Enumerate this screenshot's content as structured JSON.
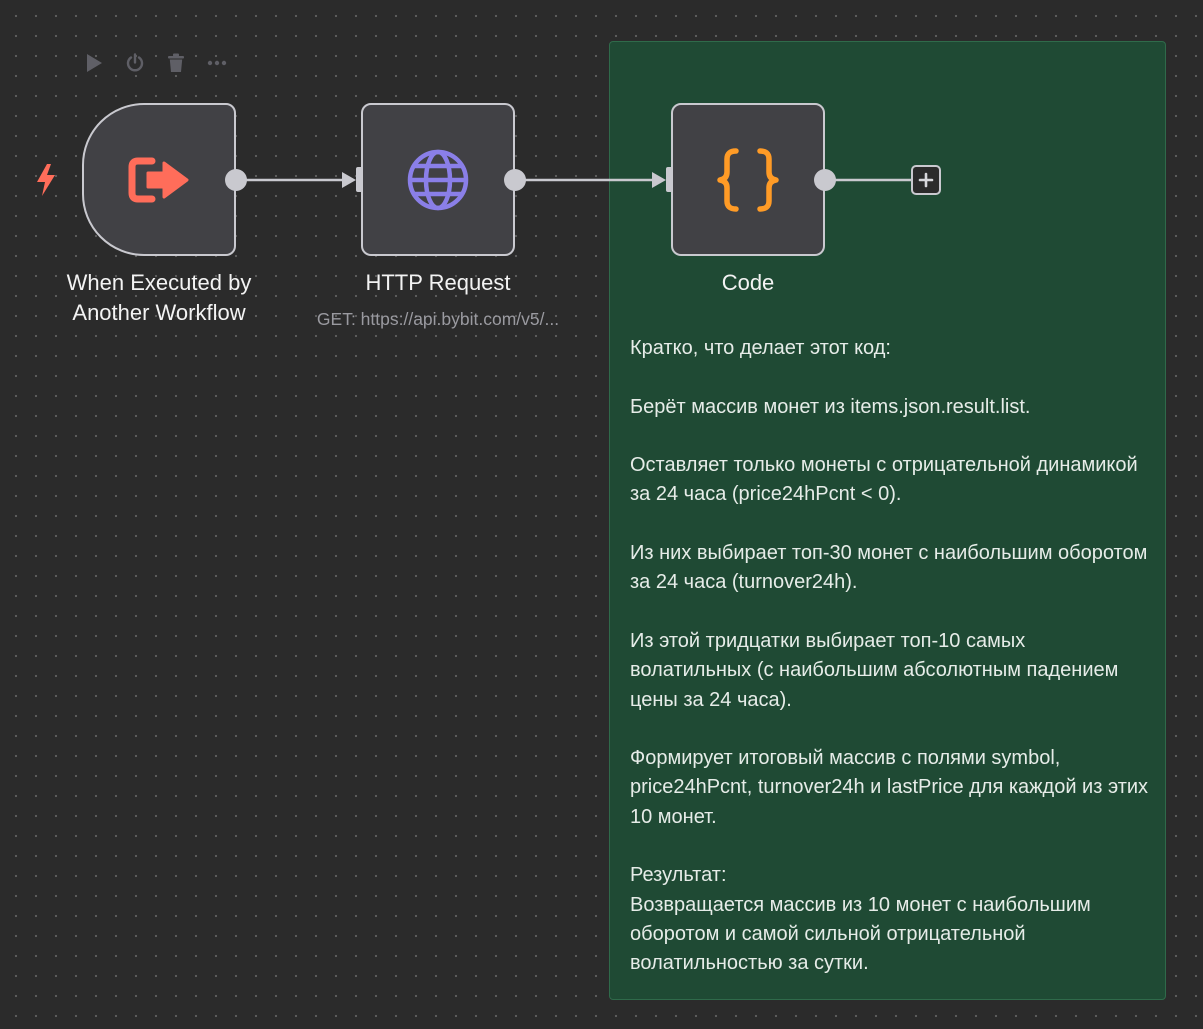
{
  "canvas": {
    "background": "#2b2b2b",
    "dot_color": "#5e5e5e"
  },
  "toolbar": {
    "buttons": [
      {
        "icon": "play-icon",
        "label": "Execute step"
      },
      {
        "icon": "power-icon",
        "label": "Deactivate"
      },
      {
        "icon": "trash-icon",
        "label": "Delete"
      },
      {
        "icon": "more-icon",
        "label": "More"
      }
    ]
  },
  "nodes": [
    {
      "id": "trigger",
      "title": "When Executed by\nAnother Workflow",
      "icon": "sign-out-icon",
      "icon_color": "#ff6d5a",
      "badge_icon": "bolt-icon"
    },
    {
      "id": "http",
      "title": "HTTP Request",
      "subtitle": "GET: https://api.bybit.com/v5/...",
      "icon": "globe-icon",
      "icon_color": "#8a7fe8"
    },
    {
      "id": "code",
      "title": "Code",
      "icon": "curly-braces-icon",
      "icon_color": "#ff9b26"
    }
  ],
  "add_node_icon": "plus-icon",
  "sticky_note": {
    "background": "#1f4a34",
    "text": "Кратко, что делает этот код:\n\nБерёт массив монет из items.json.result.list.\n\nОставляет только монеты с отрицательной динамикой за 24 часа (price24hPcnt < 0).\n\nИз них выбирает топ-30 монет с наибольшим оборотом за 24 часа (turnover24h).\n\nИз этой тридцатки выбирает топ-10 самых волатильных (с наибольшим абсолютным падением цены за 24 часа).\n\nФормирует итоговый массив с полями symbol, price24hPcnt, turnover24h и lastPrice для каждой из этих 10 монет.\n\nРезультат:\nВозвращается массив из 10 монет с наибольшим оборотом и самой сильной отрицательной волатильностью за сутки."
  }
}
